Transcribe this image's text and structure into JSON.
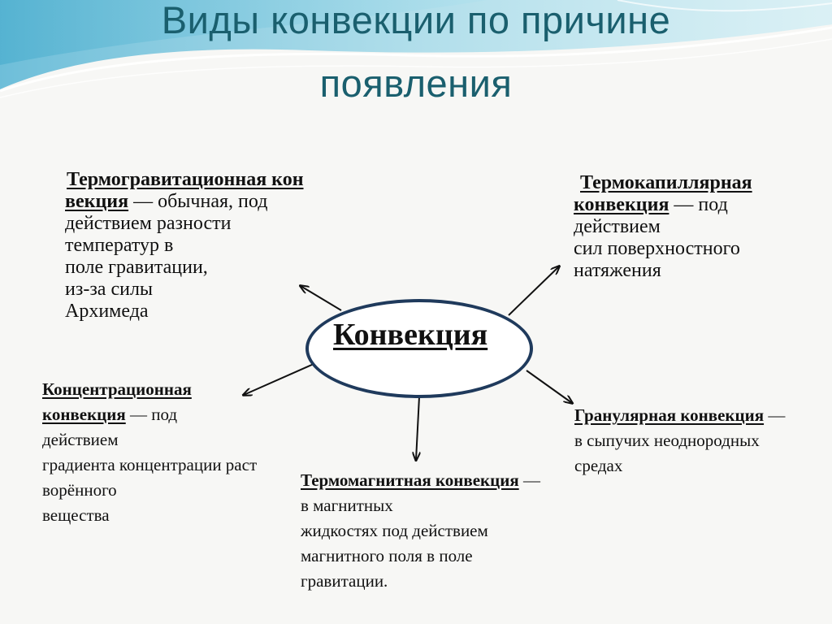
{
  "title": {
    "line1": "Виды конвекции по причине",
    "line2": "появления"
  },
  "center": {
    "label": "Конвекция"
  },
  "blocks": {
    "thermogravitational": {
      "term": "Термогравитационная конвекция",
      "lines": [
        "— обычная, под",
        "действием разности",
        "температур в",
        "поле гравитации,",
        "из-за силы",
        "Архимеда"
      ]
    },
    "thermocapillary": {
      "term": "Термокапиллярная конвекция",
      "lines": [
        "— под",
        "действием",
        "сил поверхностного",
        "натяжения"
      ]
    },
    "concentration": {
      "term": "Концентрационная конвекция",
      "lines": [
        "— под",
        "действием",
        "градиента концентрации растворённого",
        "вещества"
      ]
    },
    "granular": {
      "term": "Гранулярная конвекция",
      "lines": [
        "—",
        "в сыпучих неоднородных",
        "средах"
      ]
    },
    "thermomagnetic": {
      "term": "Термомагнитная конвекция",
      "lines": [
        "—",
        "в магнитных",
        "жидкостях под действием",
        "магнитного поля в поле",
        "гравитации."
      ]
    }
  },
  "colors": {
    "title": "#1a5f6e",
    "ellipse_border": "#1f3a5c",
    "wave_light": "#9fd8e8",
    "wave_mid": "#5fb8d6",
    "text": "#111111"
  }
}
